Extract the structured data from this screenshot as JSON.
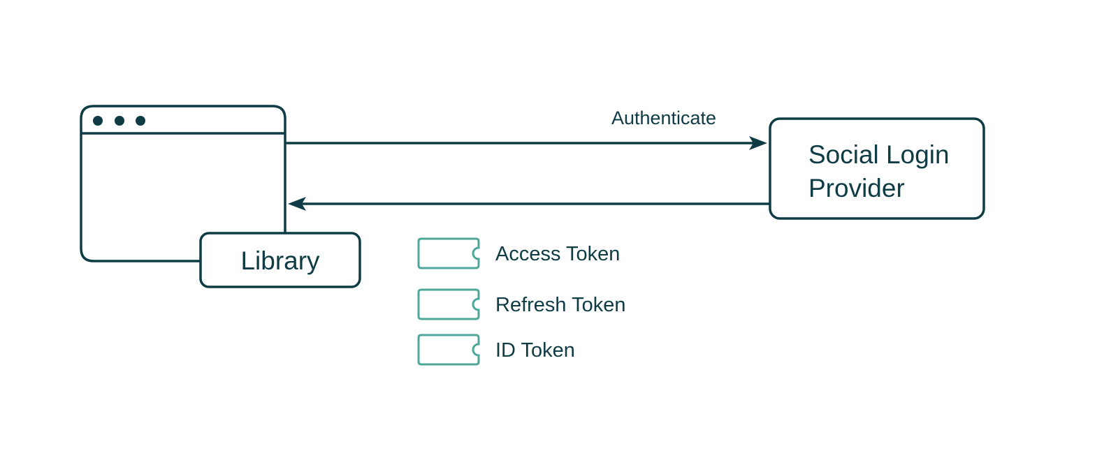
{
  "colors": {
    "line": "#0e3b44",
    "token_outline": "#4ea89a",
    "background": "#ffffff"
  },
  "browser": {
    "icon": "browser-window-icon",
    "dots": 3
  },
  "library": {
    "label": "Library"
  },
  "provider": {
    "label_line1": "Social Login",
    "label_line2": "Provider"
  },
  "arrows": {
    "authenticate": {
      "label": "Authenticate",
      "from": "browser",
      "to": "provider"
    },
    "tokens_return": {
      "label": "",
      "from": "provider",
      "to": "browser"
    }
  },
  "tokens": [
    {
      "label": "Access Token",
      "icon": "ticket-icon"
    },
    {
      "label": "Refresh Token",
      "icon": "ticket-icon"
    },
    {
      "label": "ID Token",
      "icon": "ticket-icon"
    }
  ]
}
